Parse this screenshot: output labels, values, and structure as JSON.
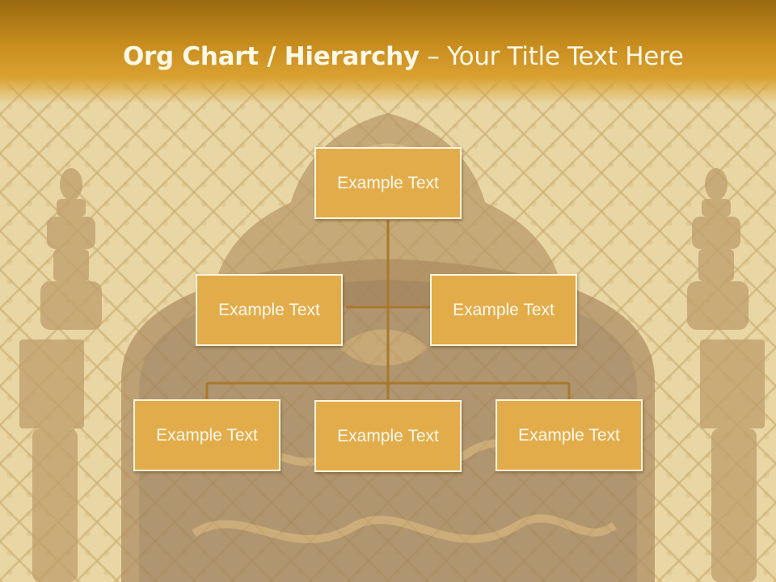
{
  "slide": {
    "title_bold": "Org Chart / Hierarchy",
    "title_dash": " – ",
    "title_rest": "Your Title Text Here"
  },
  "org_chart": {
    "top": "Example Text",
    "assistants": [
      "Example Text",
      "Example Text"
    ],
    "subordinates": [
      "Example Text",
      "Example Text",
      "Example Text"
    ]
  },
  "colors": {
    "box_fill": "#e3ac4a",
    "box_border": "#fff6e2",
    "connector": "#a8782c",
    "title_text": "#fff8e6"
  }
}
